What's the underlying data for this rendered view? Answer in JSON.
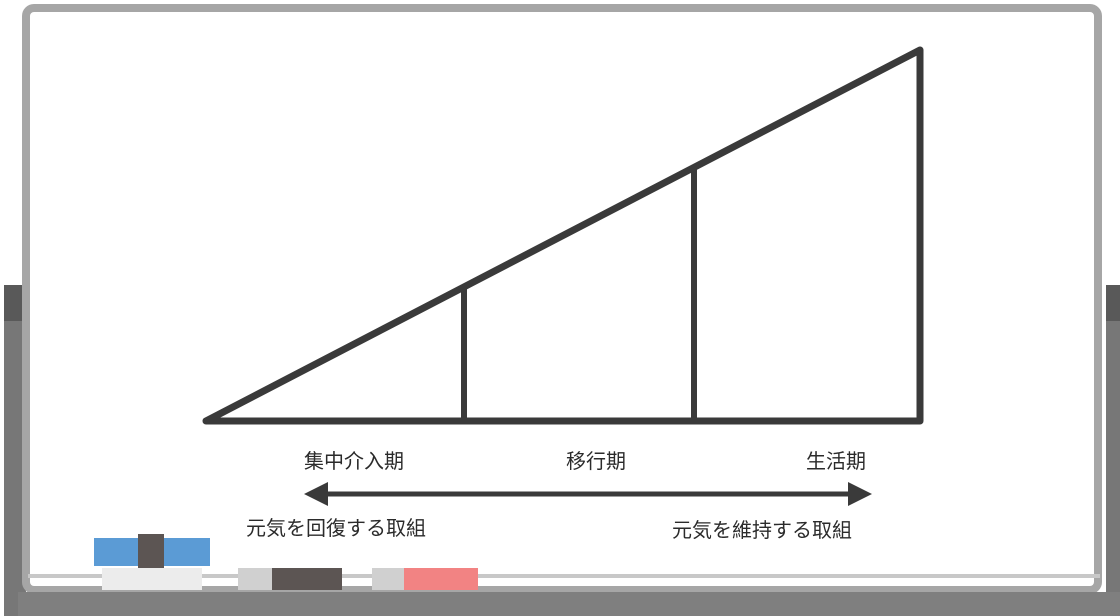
{
  "phases": {
    "intensive": "集中介入期",
    "transition": "移行期",
    "living": "生活期"
  },
  "arrow_labels": {
    "left": "元気を回復する取組",
    "right": "元気を維持する取組"
  },
  "colors": {
    "line": "#3a3a3a",
    "board_frame": "#a6a6a6",
    "stand": "#777777",
    "eraser": "#5b9bd5",
    "marker_dark": "#5c5553",
    "marker_red": "#f28383"
  }
}
